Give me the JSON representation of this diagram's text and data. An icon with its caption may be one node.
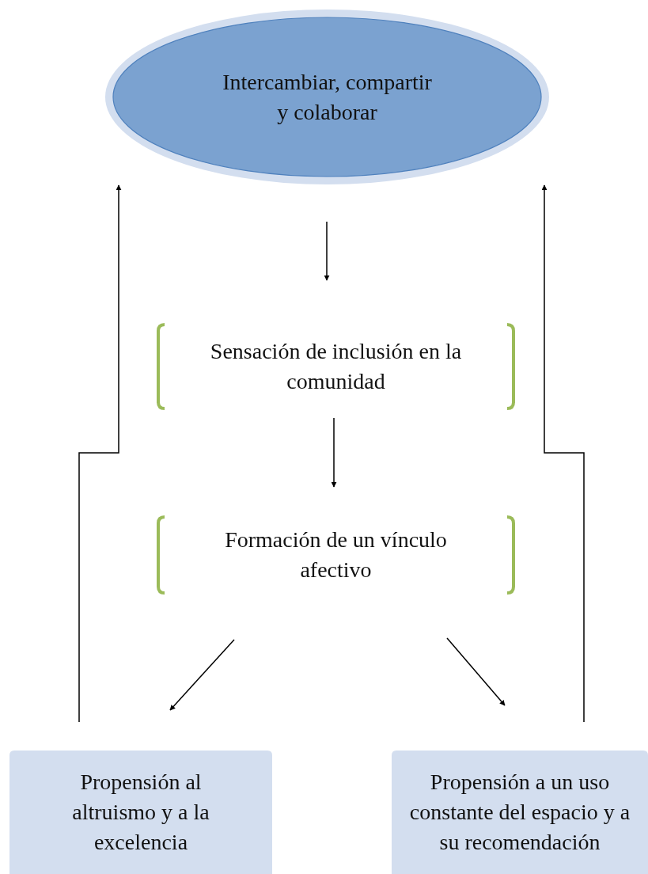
{
  "diagram": {
    "nodes": [
      {
        "text": [
          "Intercambiar, compartir y colaborar"
        ]
      },
      {
        "text": [
          "Sensación de inclusión en la comunidad"
        ]
      },
      {
        "text": [
          "Formación de un vínculo afectivo"
        ]
      },
      {
        "text": [
          "Propensión al altruismo y a la excelencia"
        ]
      },
      {
        "text": [
          "Propensión a un uso constante del espacio y a su recomendación"
        ]
      }
    ],
    "edges": [
      {
        "from": 0,
        "to": 1,
        "arrow": "to"
      },
      {
        "from": 1,
        "to": 2,
        "arrow": "to"
      },
      {
        "from": 2,
        "to": 3,
        "arrow": "to"
      },
      {
        "from": 2,
        "to": 4,
        "arrow": "to"
      },
      {
        "from": 3,
        "to": 0,
        "arrow": "to"
      },
      {
        "from": 4,
        "to": 0,
        "arrow": "to"
      }
    ]
  }
}
